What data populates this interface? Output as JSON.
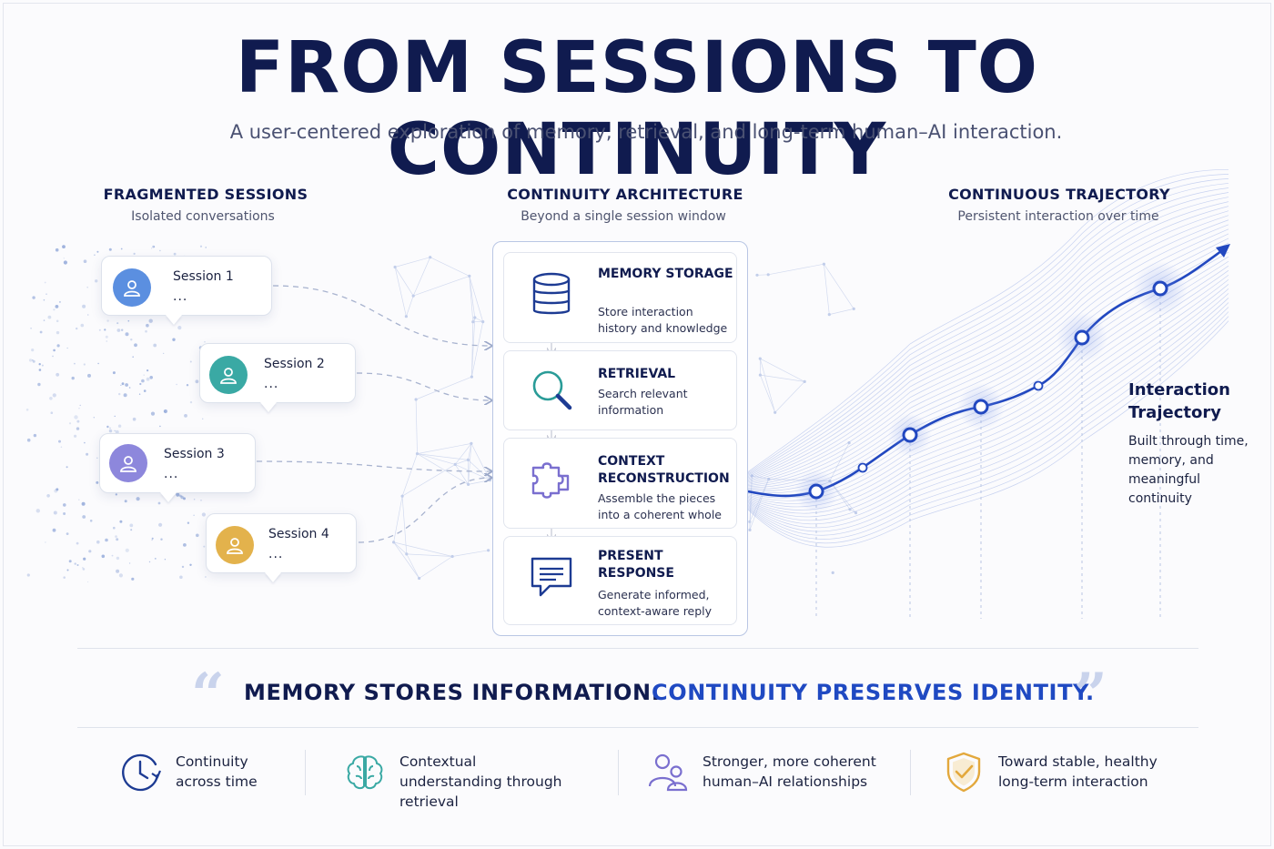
{
  "title": "FROM SESSIONS TO CONTINUITY",
  "subtitle": "A user-centered exploration of memory, retrieval, and long-term human–AI interaction.",
  "columns": {
    "left": {
      "title": "FRAGMENTED SESSIONS",
      "subtitle": "Isolated conversations"
    },
    "center": {
      "title": "CONTINUITY ARCHITECTURE",
      "subtitle": "Beyond a single session window"
    },
    "right": {
      "title": "CONTINUOUS TRAJECTORY",
      "subtitle": "Persistent interaction over time"
    }
  },
  "sessions": [
    {
      "name": "Session 1",
      "ellipsis": "...",
      "color": "#5b8fe0"
    },
    {
      "name": "Session 2",
      "ellipsis": "...",
      "color": "#3aa9a4"
    },
    {
      "name": "Session 3",
      "ellipsis": "...",
      "color": "#8d87dc"
    },
    {
      "name": "Session 4",
      "ellipsis": "...",
      "color": "#e3b24c"
    }
  ],
  "steps": [
    {
      "title": "MEMORY STORAGE",
      "description": "Store interaction history and knowledge",
      "icon": "database-icon"
    },
    {
      "title": "RETRIEVAL",
      "description": "Search relevant information",
      "icon": "magnifier-icon"
    },
    {
      "title": "CONTEXT RECONSTRUCTION",
      "description": "Assemble the pieces into a coherent whole",
      "icon": "puzzle-icon"
    },
    {
      "title": "PRESENT RESPONSE",
      "description": "Generate informed, context-aware reply",
      "icon": "chat-bubble-icon"
    }
  ],
  "trajectory": {
    "title": "Interaction Trajectory",
    "description": "Built through time, memory, and meaningful continuity"
  },
  "quote": {
    "part1": "MEMORY STORES INFORMATION.",
    "part2": "CONTINUITY PRESERVES IDENTITY.",
    "open_mark": "“",
    "close_mark": "”"
  },
  "features": [
    {
      "text": "Continuity across time",
      "icon": "clock-icon"
    },
    {
      "text": "Contextual understanding through retrieval",
      "icon": "brain-icon"
    },
    {
      "text": "Stronger, more coherent human–AI relationships",
      "icon": "users-icon"
    },
    {
      "text": "Toward stable, healthy long-term interaction",
      "icon": "shield-check-icon"
    }
  ],
  "colors": {
    "navy": "#101b4f",
    "accent_blue": "#1f49c2",
    "teal": "#3aa9a4",
    "purple": "#8d87dc",
    "gold": "#e3b24c"
  }
}
